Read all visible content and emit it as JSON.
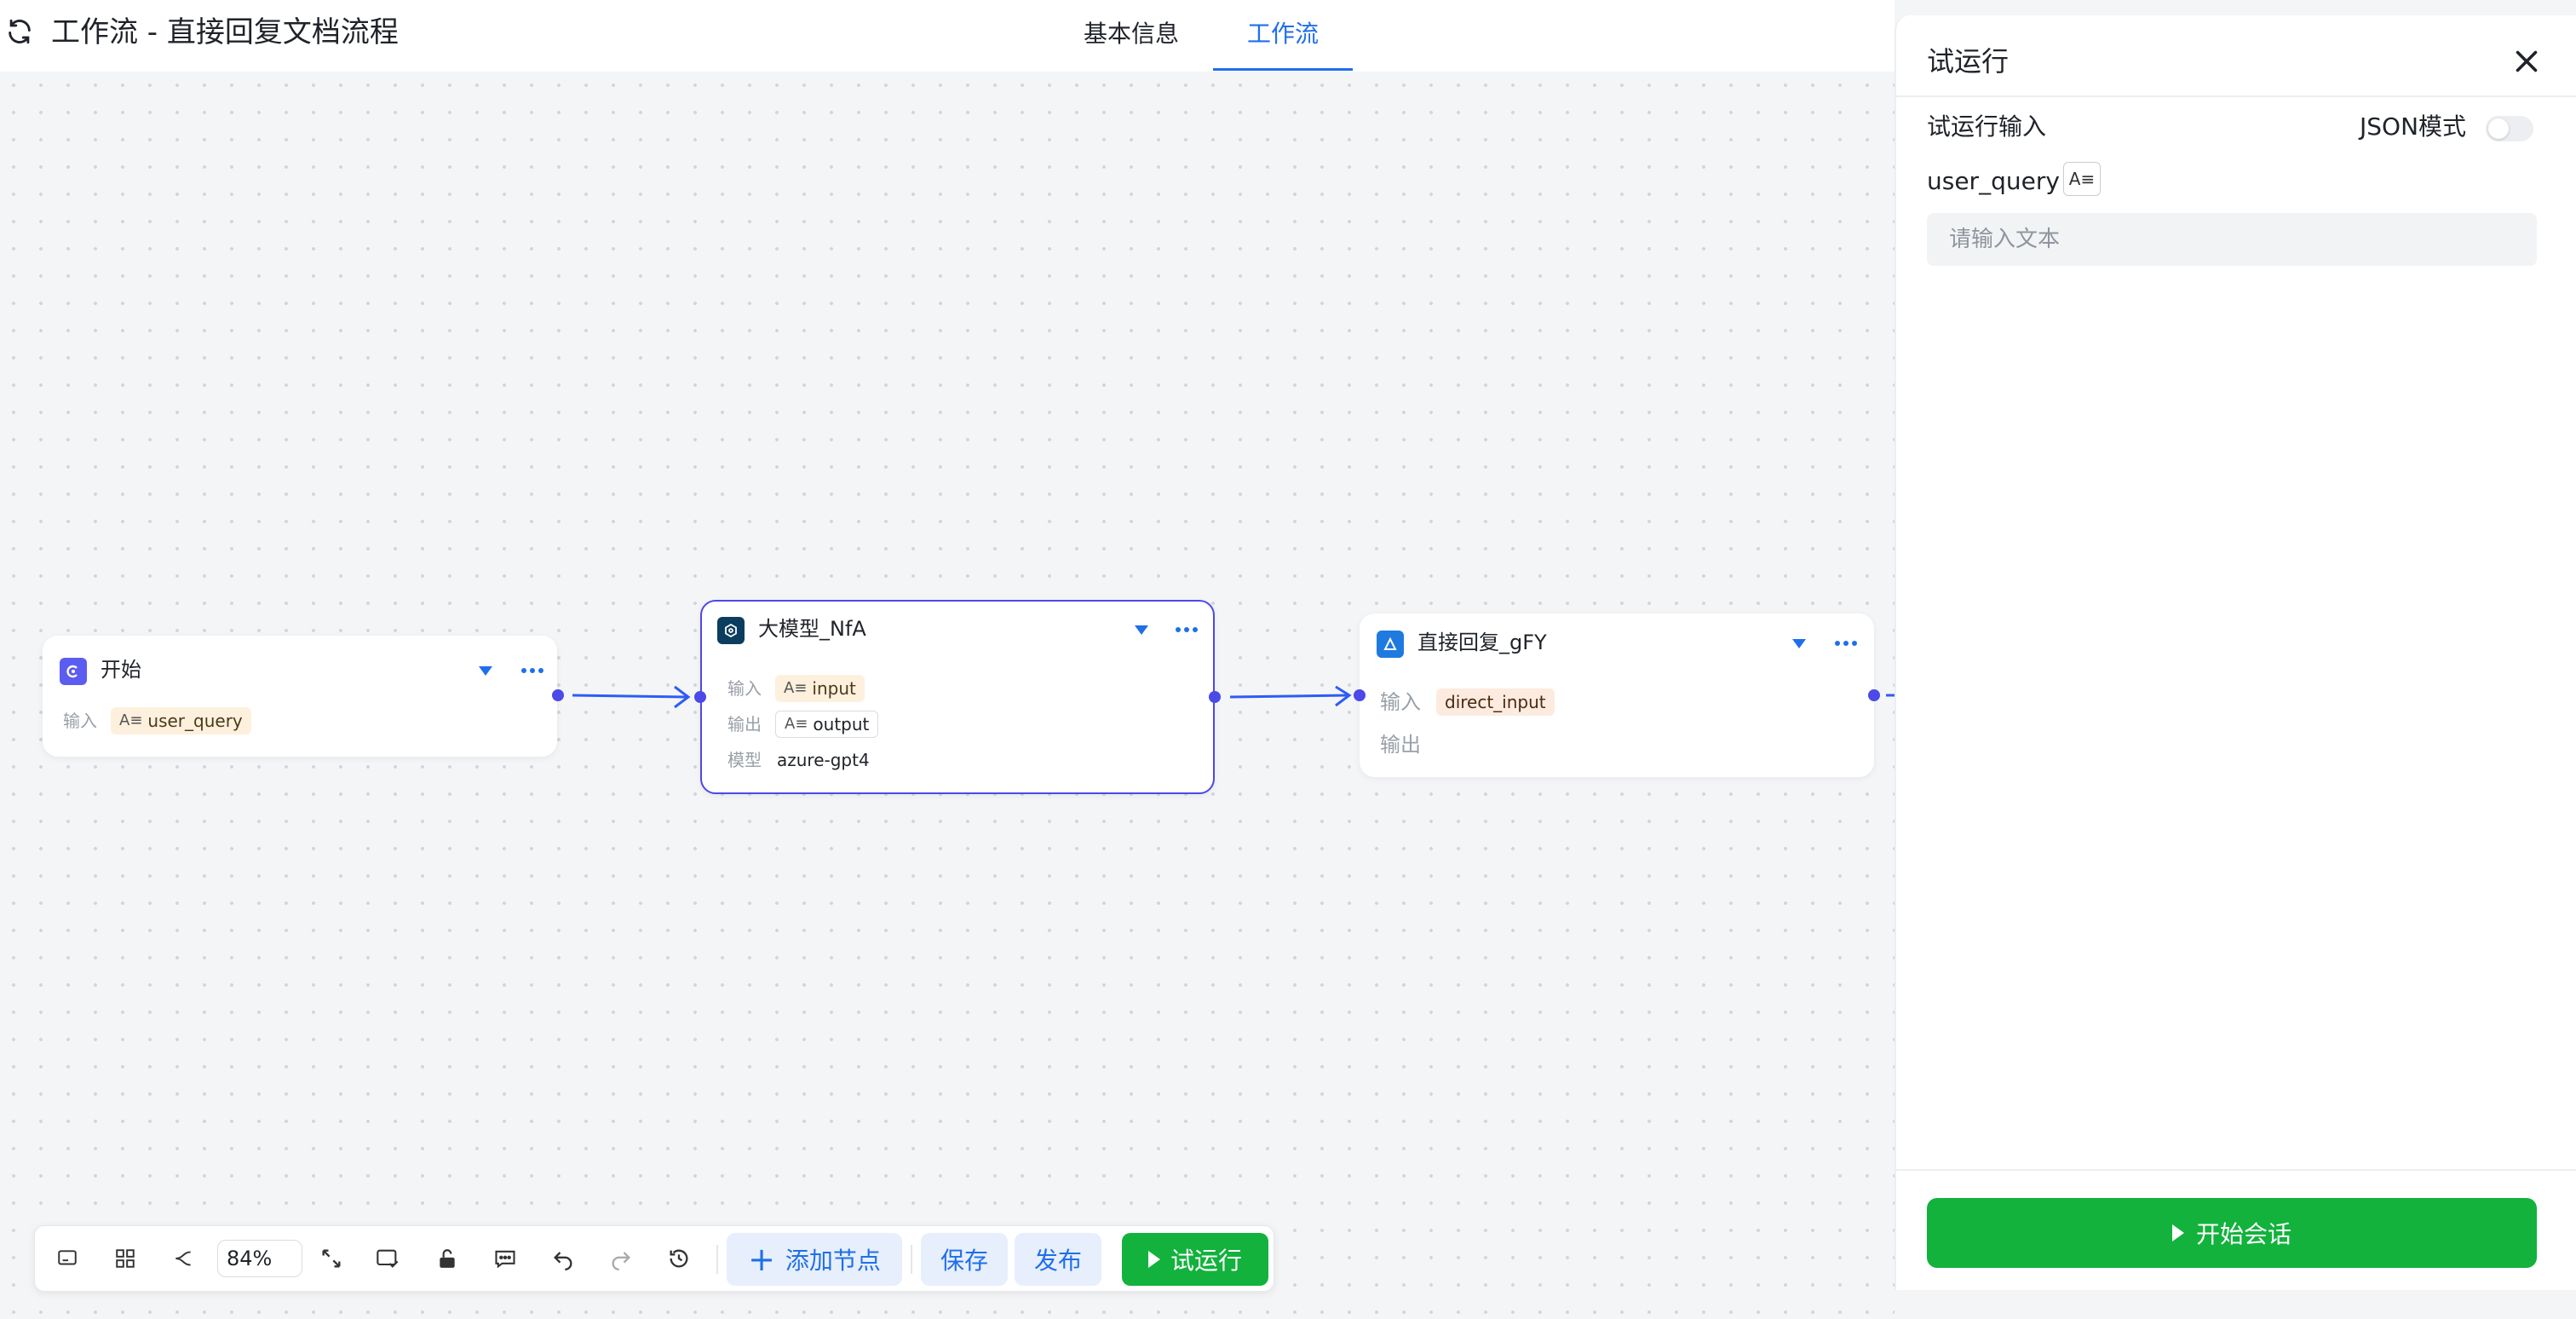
{
  "header": {
    "title": "工作流 - 直接回复文档流程",
    "tabs": [
      {
        "label": "基本信息",
        "active": false
      },
      {
        "label": "工作流",
        "active": true
      }
    ]
  },
  "nodes": {
    "start": {
      "title": "开始",
      "input_label": "输入",
      "input_value": "user_query",
      "type_icon": "A≡"
    },
    "llm": {
      "title": "大模型_NfA",
      "input_label": "输入",
      "input_value": "input",
      "output_label": "输出",
      "output_value": "output",
      "model_label": "模型",
      "model_value": "azure-gpt4",
      "type_icon": "A≡"
    },
    "reply": {
      "title": "直接回复_gFY",
      "input_label": "输入",
      "input_value": "direct_input",
      "output_label": "输出"
    }
  },
  "toolbar": {
    "zoom": "84%",
    "add_node": "添加节点",
    "save": "保存",
    "publish": "发布",
    "test_run": "试运行"
  },
  "panel": {
    "title": "试运行",
    "section_label": "试运行输入",
    "json_mode_label": "JSON模式",
    "json_mode_on": false,
    "param_name": "user_query",
    "param_type_icon": "A≡",
    "input_placeholder": "请输入文本",
    "input_value": "",
    "start_button": "开始会话"
  },
  "colors": {
    "accent": "#1f6feb",
    "node_selected_border": "#4b49e8",
    "run_green": "#12b23c",
    "chip_orange": "#fdf0dd"
  }
}
